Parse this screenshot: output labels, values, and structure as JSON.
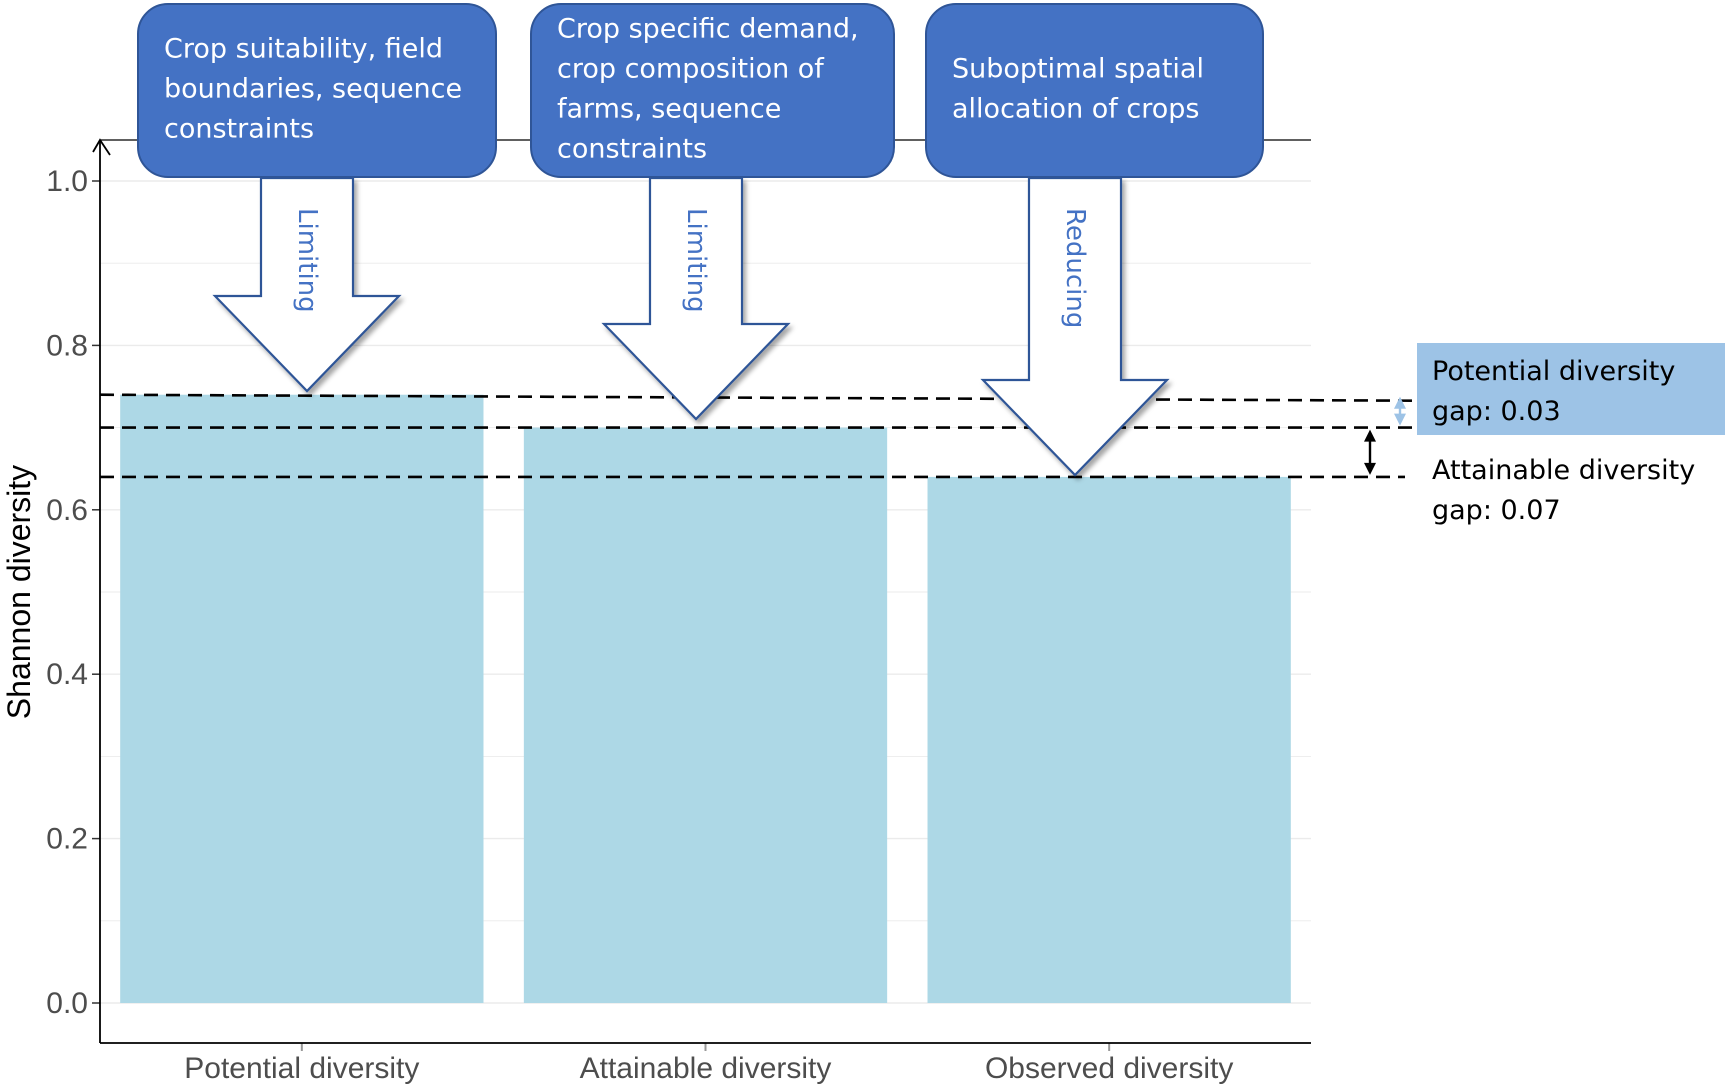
{
  "chart_data": {
    "type": "bar",
    "categories": [
      "Potential diversity",
      "Attainable diversity",
      "Observed diversity"
    ],
    "values": [
      0.74,
      0.7,
      0.64
    ],
    "ylabel": "Shannon diversity",
    "ylim": [
      0,
      1.0
    ],
    "yticks": [
      "0.0",
      "0.2",
      "0.4",
      "0.6",
      "0.8",
      "1.0"
    ],
    "ytick_values": [
      0,
      0.2,
      0.4,
      0.6,
      0.8,
      1.0
    ],
    "grid": true,
    "colors": {
      "bar": "#add8e6",
      "box": "#4472c4",
      "box_border": "#2f5597",
      "gap_highlight": "#9dc3e6"
    },
    "constraints": [
      {
        "lines": [
          "Crop suitability, field",
          "boundaries, sequence",
          "constraints"
        ],
        "arrow_label": "Limiting"
      },
      {
        "lines": [
          "Crop specific demand,",
          "crop composition of",
          "farms, sequence",
          "constraints"
        ],
        "arrow_label": "Limiting"
      },
      {
        "lines": [
          "Suboptimal spatial",
          "allocation of crops"
        ],
        "arrow_label": "Reducing"
      }
    ],
    "gaps": [
      {
        "lines": [
          "Potential diversity",
          "gap: 0.03"
        ],
        "from": 0.74,
        "to": 0.7
      },
      {
        "lines": [
          "Attainable diversity",
          "gap: 0.07"
        ],
        "from": 0.7,
        "to": 0.64
      }
    ]
  }
}
